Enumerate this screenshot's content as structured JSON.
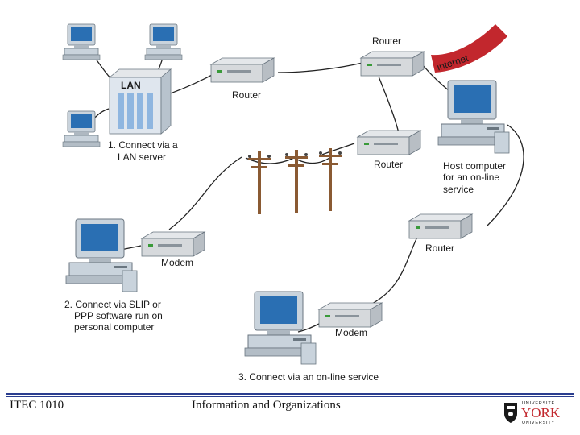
{
  "diagram": {
    "labels": {
      "lan_server": "LAN",
      "router_top": "Router",
      "router_lan": "Router",
      "router_mid": "Router",
      "router_right": "Router",
      "internet": "internet",
      "modem_left": "Modem",
      "modem_bottom": "Modem",
      "host_line1": "Host computer",
      "host_line2": "for an on-line",
      "host_line3": "service",
      "opt1_line1": "1. Connect via a",
      "opt1_line2": "LAN server",
      "opt2_line1": "2. Connect via SLIP or",
      "opt2_line2": "PPP software run on",
      "opt2_line3": "personal computer",
      "opt3_line1": "3. Connect via an on-line service"
    },
    "colors": {
      "computer_body": "#c9d3dc",
      "screen": "#2a6fb3",
      "router_body": "#d6d9dc",
      "pole": "#8a5a33",
      "internet_cloud": "#c2272d",
      "cable": "#222222"
    }
  },
  "footer": {
    "course": "ITEC 1010",
    "subject": "Information and Organizations",
    "logo_small": "UNIVERSITÉ",
    "logo_main": "YORK",
    "logo_sub": "UNIVERSITY",
    "accent": "#2a3d8f"
  }
}
